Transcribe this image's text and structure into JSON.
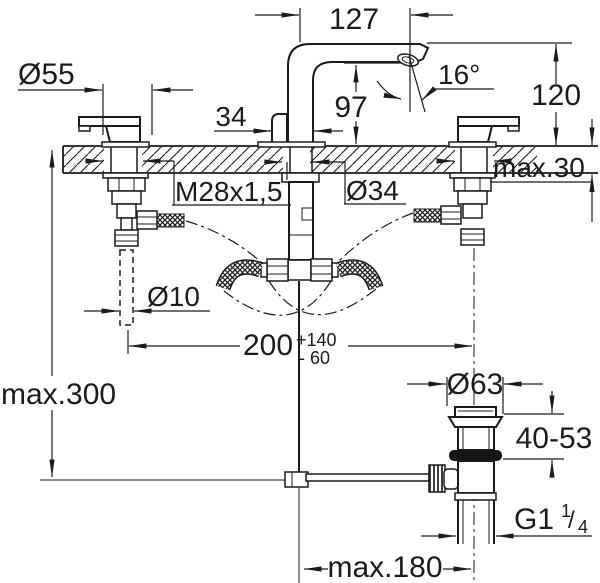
{
  "page": {
    "background": "#ffffff",
    "ink": "#1b1b1b"
  },
  "drawing": {
    "kind": "faucet installation dimensional drawing",
    "labels": {
      "spout_reach": "127",
      "handle_dia": "Ø55",
      "aerator_angle": "16°",
      "spout_height": "120",
      "rod_to_spout": "34",
      "outlet_height": "97",
      "shank_thread": "M28x1,5",
      "center_hole": "Ø34",
      "deck_max": "max.30",
      "rod_dia": "Ø10",
      "spacing": "200",
      "spacing_plus": "+140",
      "spacing_minus": "- 60",
      "rod_max": "max.300",
      "waste_dia": "Ø63",
      "clamp_range": "40-53",
      "waste_thread": {
        "main": "G1",
        "numerator": "1",
        "slash": "/",
        "denominator": "4"
      },
      "drain_offset": "max.180"
    }
  }
}
